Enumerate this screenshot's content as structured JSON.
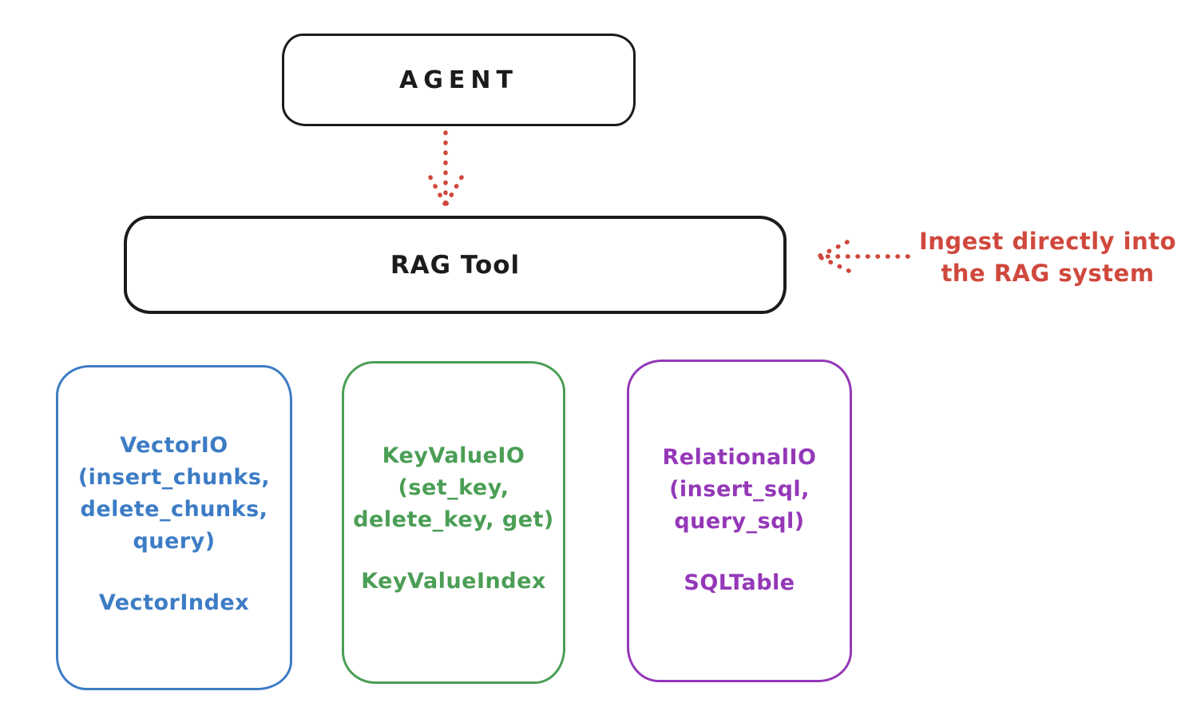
{
  "canvas": {
    "background": "#ffffff"
  },
  "nodes": {
    "agent": {
      "label": "AGENT",
      "border_color": "#1b1b1b"
    },
    "rag_tool": {
      "label": "RAG Tool",
      "border_color": "#1b1b1b"
    }
  },
  "arrows": {
    "agent_to_rag": {
      "style": "dotted",
      "direction": "down",
      "color": "#d0483d"
    },
    "annotation_to_rag": {
      "style": "dotted",
      "direction": "left",
      "color": "#d0483d"
    }
  },
  "annotation": {
    "line1": "Ingest directly into",
    "line2": "the RAG system",
    "color": "#d0483d"
  },
  "storage_boxes": [
    {
      "id": "vector-io",
      "color": "#3d7cc5",
      "lines": [
        "VectorIO",
        "(insert_chunks,",
        "delete_chunks,",
        "query)"
      ],
      "index_label": "VectorIndex"
    },
    {
      "id": "keyvalue-io",
      "color": "#4b9e55",
      "lines": [
        "KeyValueIO",
        "(set_key,",
        "delete_key, get)"
      ],
      "index_label": "KeyValueIndex"
    },
    {
      "id": "relational-io",
      "color": "#9438b8",
      "lines": [
        "RelationalIO",
        "(insert_sql,",
        "query_sql)"
      ],
      "index_label": "SQLTable"
    }
  ]
}
